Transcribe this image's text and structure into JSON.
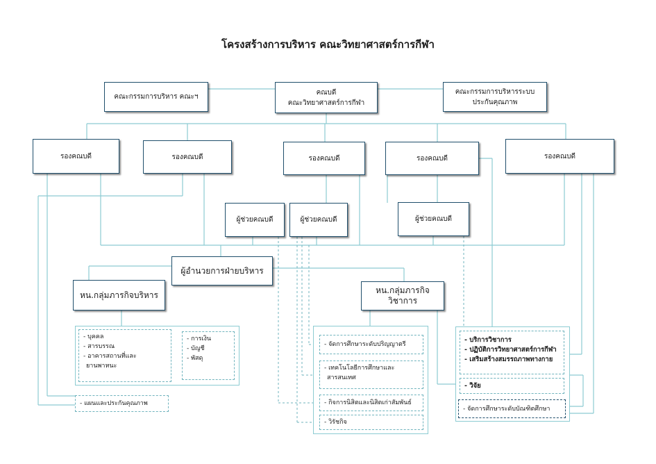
{
  "title": "โครงสร้างการบริหาร คณะวิทยาศาสตร์การกีฬา",
  "colors": {
    "box_border": "#1f4e6b",
    "line": "#8ccbd2",
    "dashed_line": "#6fb3bd"
  },
  "top": {
    "left_committee": "คณะกรรมการบริหาร คณะฯ",
    "dean_line1": "คณบดี",
    "dean_line2": "คณะวิทยาศาสตร์การกีฬา",
    "right_committee_line1": "คณะกรรมการบริหารระบบ",
    "right_committee_line2": "ประกันคุณภาพ"
  },
  "vice_deans": [
    "รองคณบดี",
    "รองคณบดี",
    "รองคณบดี",
    "รองคณบดี",
    "รองคณบดี"
  ],
  "assistant_deans": [
    "ผู้ช่วยคณบดี",
    "ผู้ช่วยคณบดี",
    "ผู้ช่วยคณบดี"
  ],
  "director": "ผู้อำนวยการฝ่ายบริหาร",
  "admin_group": {
    "head": "หน.กลุ่มภารกิจบริหาร",
    "units_left": [
      "- บุคคล",
      "- สารบรรณ",
      "- อาคารสถานที่และ",
      "ยานพาหนะ"
    ],
    "units_right": [
      "- การเงิน",
      "- บัญชี",
      "- พัสดุ"
    ],
    "planning": "- แผนและประกันคุณภาพ"
  },
  "academic_group": {
    "head": "หน.กลุ่มภารกิจวิชาการ",
    "undergrad": "- จัดการศึกษาระดับปริญญาตรี",
    "tech_line1": "- เทคโนโลยีการศึกษาและ",
    "tech_line2": "สารสนเทศ",
    "student_affairs": "- กิจการนิสิตและนิสิตเก่าสัมพันธ์",
    "international": "- วิรัชกิจ"
  },
  "services": {
    "items": [
      "- บริการวิชาการ",
      "- ปฏิบัติการวิทยาศาสตร์การกีฬา",
      "- เสริมสร้างสมรรถภาพทางกาย"
    ],
    "research": "- วิจัย",
    "graduate": "- จัดการศึกษาระดับบัณฑิตศึกษา"
  }
}
